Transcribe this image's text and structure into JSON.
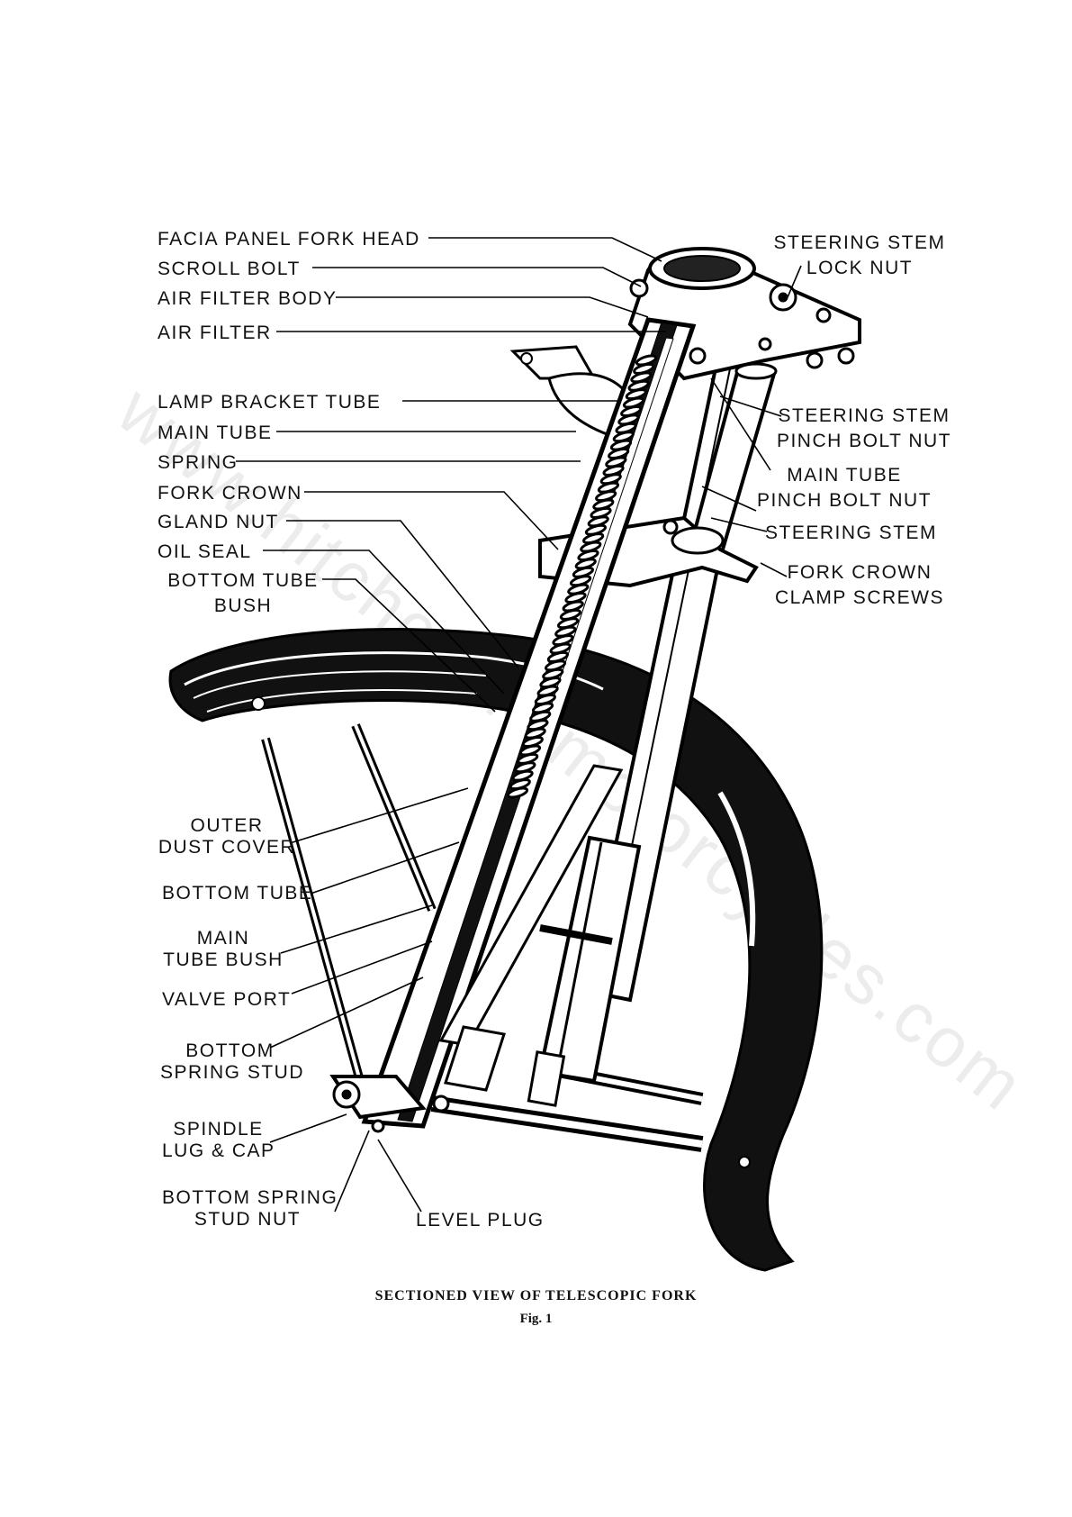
{
  "labels": {
    "facia_panel_fork_head": "FACIA PANEL FORK HEAD",
    "scroll_bolt": "SCROLL BOLT",
    "air_filter_body": "AIR FILTER BODY",
    "air_filter": "AIR FILTER",
    "lamp_bracket_tube": "LAMP BRACKET TUBE",
    "main_tube": "MAIN TUBE",
    "spring": "SPRING",
    "fork_crown": "FORK CROWN",
    "gland_nut": "GLAND NUT",
    "oil_seal": "OIL SEAL",
    "bottom_tube_bush_1": "BOTTOM TUBE",
    "bottom_tube_bush_2": "BUSH",
    "steering_stem_lock_nut_1": "STEERING STEM",
    "steering_stem_lock_nut_2": "LOCK NUT",
    "steering_stem_pinch_bolt_nut_1": "STEERING STEM",
    "steering_stem_pinch_bolt_nut_2": "PINCH BOLT NUT",
    "main_tube_pinch_bolt_nut_1": "MAIN TUBE",
    "main_tube_pinch_bolt_nut_2": "PINCH BOLT NUT",
    "steering_stem": "STEERING STEM",
    "fork_crown_clamp_screws_1": "FORK CROWN",
    "fork_crown_clamp_screws_2": "CLAMP SCREWS",
    "outer_dust_cover_1": "OUTER",
    "outer_dust_cover_2": "DUST COVER",
    "bottom_tube": "BOTTOM TUBE",
    "main_tube_bush_1": "MAIN",
    "main_tube_bush_2": "TUBE BUSH",
    "valve_port": "VALVE PORT",
    "bottom_spring_stud_1": "BOTTOM",
    "bottom_spring_stud_2": "SPRING STUD",
    "spindle_lug_cap_1": "SPINDLE",
    "spindle_lug_cap_2": "LUG & CAP",
    "bottom_spring_stud_nut_1": "BOTTOM SPRING",
    "bottom_spring_stud_nut_2": "STUD NUT",
    "level_plug": "LEVEL PLUG"
  },
  "caption": {
    "title": "SECTIONED VIEW OF TELESCOPIC FORK",
    "figure": "Fig. 1"
  },
  "watermark": "www.hitchcocksmotorcycles.com"
}
